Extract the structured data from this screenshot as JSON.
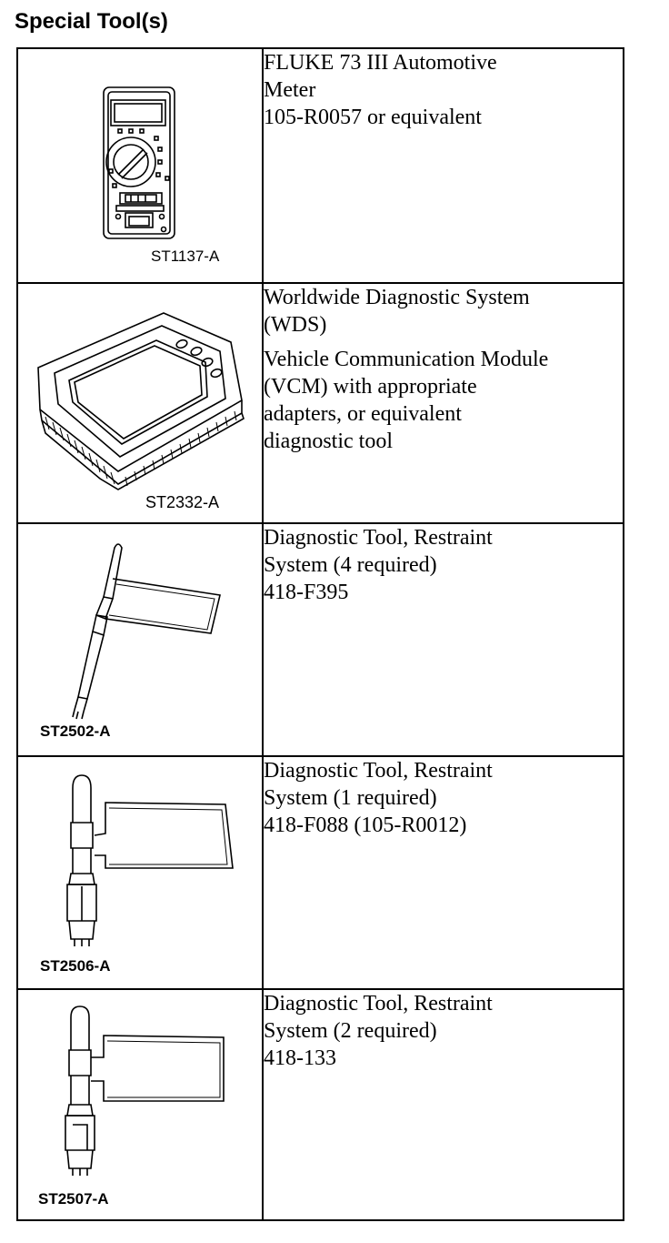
{
  "title": "Special Tool(s)",
  "tools": [
    {
      "code": "ST1137-A",
      "illustration": "multimeter-illustration",
      "paragraphs": [
        "FLUKE 73 III Automotive\nMeter\n105-R0057 or equivalent"
      ]
    },
    {
      "code": "ST2332-A",
      "illustration": "diagnostic-computer-illustration",
      "paragraphs": [
        "Worldwide Diagnostic System\n(WDS)",
        "Vehicle Communication Module\n(VCM) with appropriate\nadapters, or equivalent\ndiagnostic tool"
      ]
    },
    {
      "code": "ST2502-A",
      "illustration": "restraint-diagnostic-tool-illustration",
      "paragraphs": [
        "Diagnostic Tool, Restraint\nSystem (4 required)\n418-F395"
      ]
    },
    {
      "code": "ST2506-A",
      "illustration": "restraint-diagnostic-tool-illustration",
      "paragraphs": [
        "Diagnostic Tool, Restraint\nSystem (1 required)\n418-F088 (105-R0012)"
      ]
    },
    {
      "code": "ST2507-A",
      "illustration": "restraint-diagnostic-tool-illustration",
      "paragraphs": [
        "Diagnostic Tool, Restraint\nSystem (2 required)\n418-133"
      ]
    }
  ]
}
